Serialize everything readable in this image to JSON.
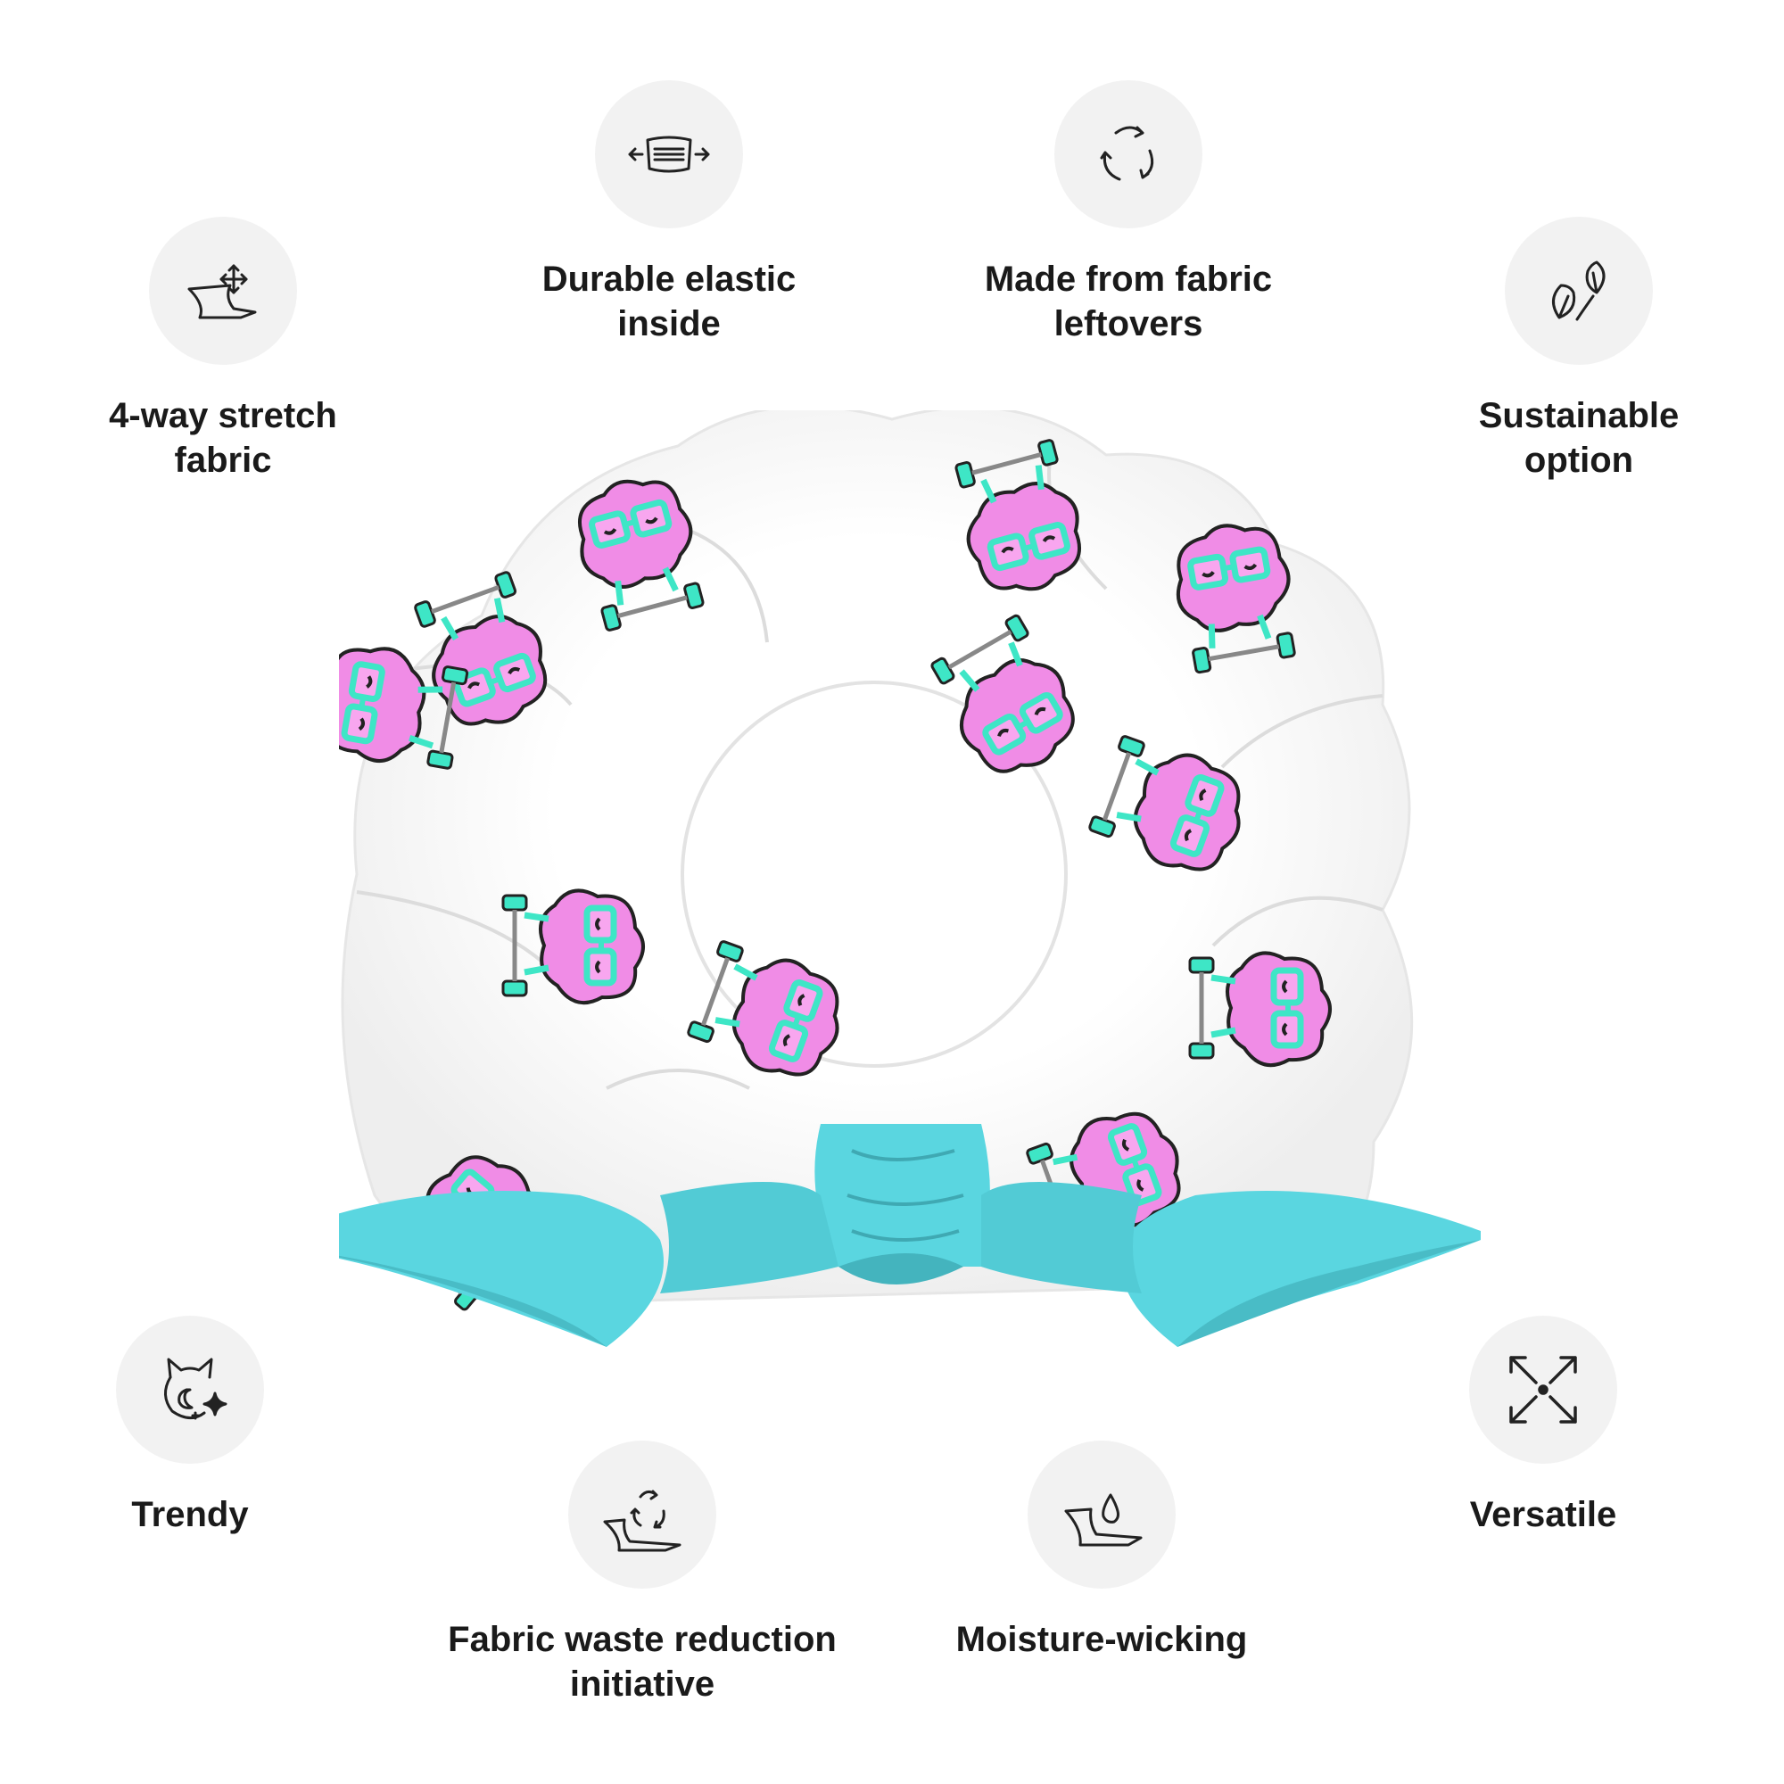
{
  "features": [
    {
      "id": "stretch",
      "icon": "four-way-stretch-icon",
      "label": "4-way stretch\nfabric"
    },
    {
      "id": "elastic",
      "icon": "elastic-band-icon",
      "label": "Durable elastic\ninside"
    },
    {
      "id": "leftovers",
      "icon": "recycle-arrows-icon",
      "label": "Made from fabric\nleftovers"
    },
    {
      "id": "sustainable",
      "icon": "leaves-icon",
      "label": "Sustainable\noption"
    },
    {
      "id": "trendy",
      "icon": "cat-sparkle-icon",
      "label": "Trendy"
    },
    {
      "id": "waste",
      "icon": "fabric-recycle-icon",
      "label": "Fabric waste reduction\ninitiative"
    },
    {
      "id": "moisture",
      "icon": "water-drop-fabric-icon",
      "label": "Moisture-wicking"
    },
    {
      "id": "versatile",
      "icon": "expand-arrows-icon",
      "label": "Versatile"
    }
  ],
  "product": {
    "name": "scrunchie-with-bow",
    "colors": {
      "fabric": "#ffffff",
      "brain": "#f08ce6",
      "glasses": "#3ee6c6",
      "bow": "#5ad6e0",
      "outline": "#222222"
    }
  }
}
